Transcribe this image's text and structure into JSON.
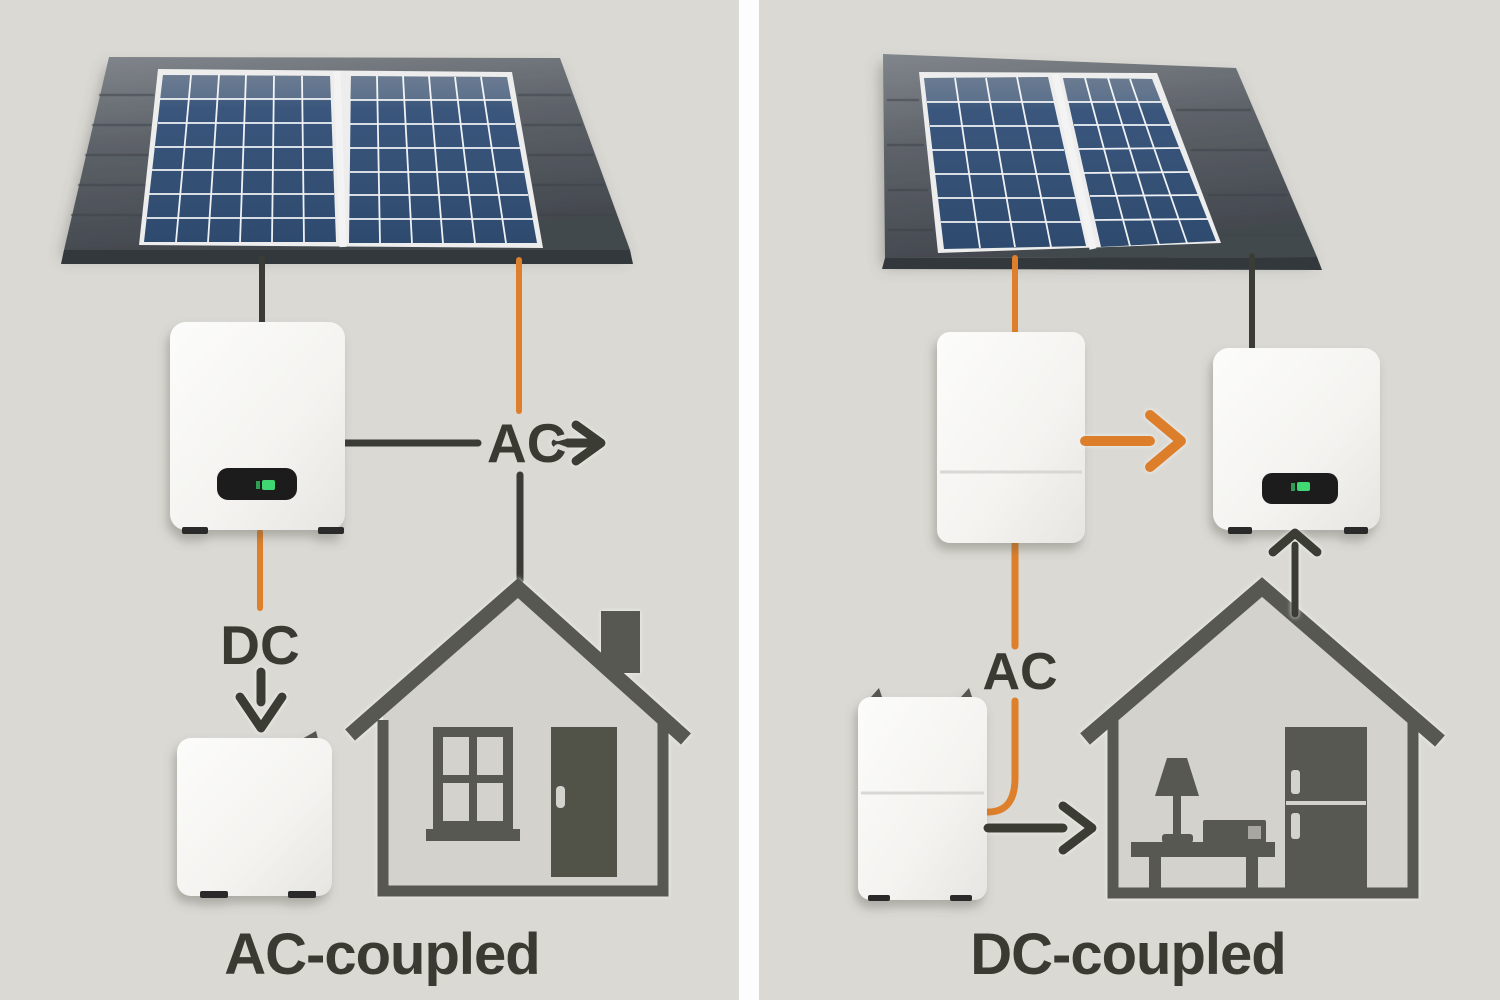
{
  "diagram": {
    "left_system": {
      "caption": "AC-coupled",
      "ac_label": "AC",
      "dc_label": "DC",
      "components": [
        "solar-panel-array",
        "roof",
        "inverter",
        "battery",
        "house"
      ]
    },
    "right_system": {
      "caption": "DC-coupled",
      "ac_label": "AC",
      "components": [
        "solar-panel-array",
        "roof",
        "battery-inverter-unit",
        "inverter",
        "battery",
        "house"
      ]
    },
    "colors": {
      "background": "#dad9d4",
      "divider": "#fdfdfd",
      "wire_orange": "#dd7f2b",
      "wire_dark": "#3b3c36",
      "label_text": "#3a3a32",
      "roof_gray": "#565b61",
      "panel_blue": "#31507a",
      "house_gray": "#d3d2cd",
      "house_dark": "#575851",
      "led_green": "#3fd873",
      "box_white": "#f7f6f3"
    }
  }
}
